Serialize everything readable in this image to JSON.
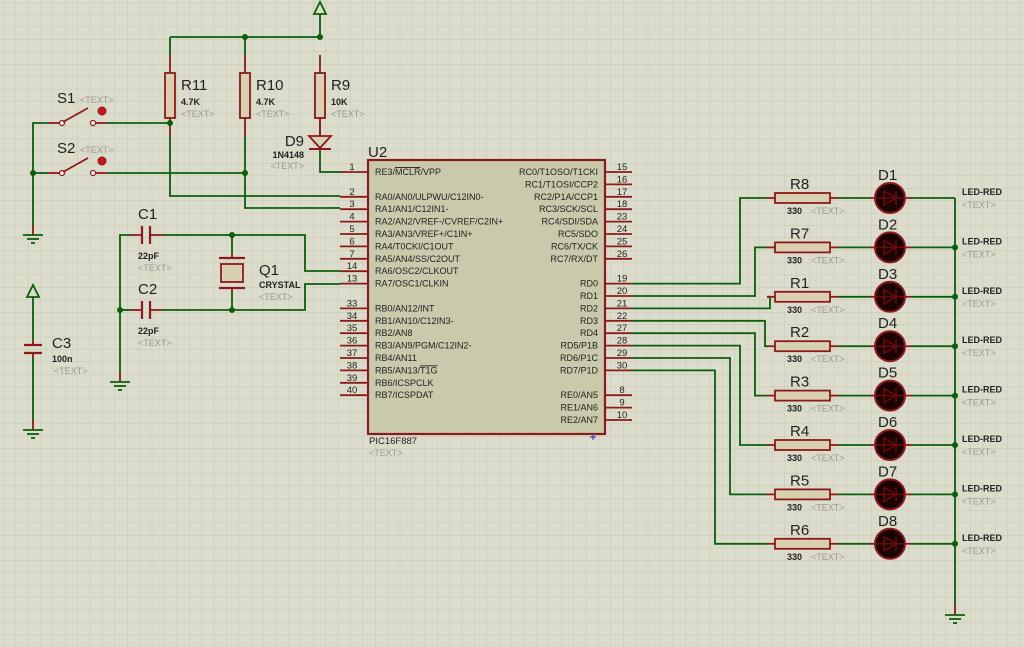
{
  "colors": {
    "background": "#dcdccc",
    "grid": "#c6c6b4",
    "wire": "#0b5e0b",
    "component": "#8b1a1a",
    "chip_fill": "#c9c9ab",
    "resistor_fill": "#d9d0b2",
    "led_fill": "#1a0303"
  },
  "chip": {
    "ref": "U2",
    "part": "PIC16F887",
    "text": "<TEXT>",
    "left_pins": [
      {
        "num": "1",
        "name": "RE3/MCLR/VPP",
        "overline": "MCLR"
      },
      {
        "num": "2",
        "name": "RA0/AN0/ULPWU/C12IN0-"
      },
      {
        "num": "3",
        "name": "RA1/AN1/C12IN1-"
      },
      {
        "num": "4",
        "name": "RA2/AN2/VREF-/CVREF/C2IN+"
      },
      {
        "num": "5",
        "name": "RA3/AN3/VREF+/C1IN+"
      },
      {
        "num": "6",
        "name": "RA4/T0CKI/C1OUT"
      },
      {
        "num": "7",
        "name": "RA5/AN4/SS/C2OUT"
      },
      {
        "num": "14",
        "name": "RA6/OSC2/CLKOUT"
      },
      {
        "num": "13",
        "name": "RA7/OSC1/CLKIN"
      },
      {
        "num": "33",
        "name": "RB0/AN12/INT"
      },
      {
        "num": "34",
        "name": "RB1/AN10/C12IN3-"
      },
      {
        "num": "35",
        "name": "RB2/AN8"
      },
      {
        "num": "36",
        "name": "RB3/AN9/PGM/C12IN2-"
      },
      {
        "num": "37",
        "name": "RB4/AN11"
      },
      {
        "num": "38",
        "name": "RB5/AN13/T1G",
        "overline": "T1G"
      },
      {
        "num": "39",
        "name": "RB6/ICSPCLK"
      },
      {
        "num": "40",
        "name": "RB7/ICSPDAT"
      }
    ],
    "right_pins": [
      {
        "num": "15",
        "name": "RC0/T1OSO/T1CKI"
      },
      {
        "num": "16",
        "name": "RC1/T1OSI/CCP2"
      },
      {
        "num": "17",
        "name": "RC2/P1A/CCP1"
      },
      {
        "num": "18",
        "name": "RC3/SCK/SCL"
      },
      {
        "num": "23",
        "name": "RC4/SDI/SDA"
      },
      {
        "num": "24",
        "name": "RC5/SDO"
      },
      {
        "num": "25",
        "name": "RC6/TX/CK"
      },
      {
        "num": "26",
        "name": "RC7/RX/DT"
      },
      {
        "num": "19",
        "name": "RD0"
      },
      {
        "num": "20",
        "name": "RD1"
      },
      {
        "num": "21",
        "name": "RD2"
      },
      {
        "num": "22",
        "name": "RD3"
      },
      {
        "num": "27",
        "name": "RD4"
      },
      {
        "num": "28",
        "name": "RD5/P1B"
      },
      {
        "num": "29",
        "name": "RD6/P1C"
      },
      {
        "num": "30",
        "name": "RD7/P1D"
      },
      {
        "num": "8",
        "name": "RE0/AN5"
      },
      {
        "num": "9",
        "name": "RE1/AN6"
      },
      {
        "num": "10",
        "name": "RE2/AN7"
      }
    ]
  },
  "pullups": [
    {
      "ref": "R11",
      "value": "4.7K",
      "text": "<TEXT>"
    },
    {
      "ref": "R10",
      "value": "4.7K",
      "text": "<TEXT>"
    },
    {
      "ref": "R9",
      "value": "10K",
      "text": "<TEXT>"
    }
  ],
  "diode": {
    "ref": "D9",
    "value": "1N4148",
    "text": "<TEXT>"
  },
  "switches": [
    {
      "ref": "S1",
      "text": "<TEXT>"
    },
    {
      "ref": "S2",
      "text": "<TEXT>"
    }
  ],
  "capacitors": [
    {
      "ref": "C1",
      "value": "22pF",
      "text": "<TEXT>"
    },
    {
      "ref": "C2",
      "value": "22pF",
      "text": "<TEXT>"
    },
    {
      "ref": "C3",
      "value": "100n",
      "text": "<TEXT>"
    }
  ],
  "crystal": {
    "ref": "Q1",
    "value": "CRYSTAL",
    "text": "<TEXT>"
  },
  "led_rows": [
    {
      "res": "R8",
      "res_value": "330",
      "res_text": "<TEXT>",
      "led": "D1",
      "led_value": "LED-RED",
      "led_text": "<TEXT>"
    },
    {
      "res": "R7",
      "res_value": "330",
      "res_text": "<TEXT>",
      "led": "D2",
      "led_value": "LED-RED",
      "led_text": "<TEXT>"
    },
    {
      "res": "R1",
      "res_value": "330",
      "res_text": "<TEXT>",
      "led": "D3",
      "led_value": "LED-RED",
      "led_text": "<TEXT>"
    },
    {
      "res": "R2",
      "res_value": "330",
      "res_text": "<TEXT>",
      "led": "D4",
      "led_value": "LED-RED",
      "led_text": "<TEXT>"
    },
    {
      "res": "R3",
      "res_value": "330",
      "res_text": "<TEXT>",
      "led": "D5",
      "led_value": "LED-RED",
      "led_text": "<TEXT>"
    },
    {
      "res": "R4",
      "res_value": "330",
      "res_text": "<TEXT>",
      "led": "D6",
      "led_value": "LED-RED",
      "led_text": "<TEXT>"
    },
    {
      "res": "R5",
      "res_value": "330",
      "res_text": "<TEXT>",
      "led": "D7",
      "led_value": "LED-RED",
      "led_text": "<TEXT>"
    },
    {
      "res": "R6",
      "res_value": "330",
      "res_text": "<TEXT>",
      "led": "D8",
      "led_value": "LED-RED",
      "led_text": "<TEXT>"
    }
  ]
}
